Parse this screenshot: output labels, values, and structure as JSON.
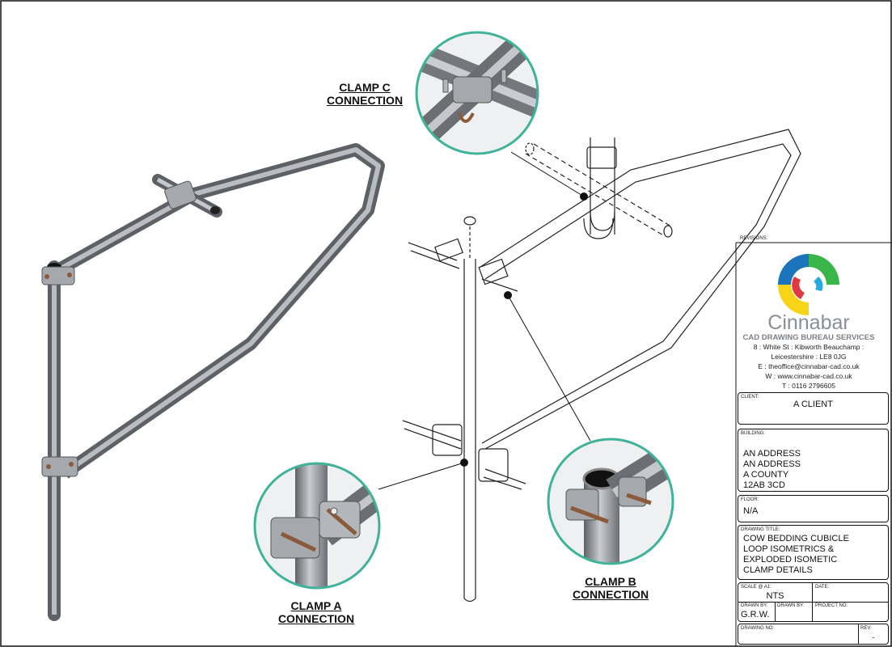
{
  "labels": {
    "clamp_c_1": "CLAMP C",
    "clamp_c_2": "CONNECTION",
    "clamp_a_1": "CLAMP A",
    "clamp_a_2": "CONNECTION",
    "clamp_b_1": "CLAMP B",
    "clamp_b_2": "CONNECTION"
  },
  "title_block": {
    "revisions_label": "REVISIONS:",
    "company_name": "Cinnabar",
    "company_tagline": "CAD DRAWING BUREAU SERVICES",
    "address_line1": "8 : White St : Kibworth Beauchamp :",
    "address_line2": "Leicestershire : LE8 0JG",
    "email": "E : theoffice@cinnabar-cad.co.uk",
    "web": "W : www.cinnabar-cad.co.uk",
    "phone": "T : 0116 2796605",
    "client_label": "CLIENT:",
    "client_value": "A CLIENT",
    "building_label": "BUILDING:",
    "building_lines": [
      "AN ADDRESS",
      "AN ADDRESS",
      "A COUNTY",
      "12AB 3CD"
    ],
    "floor_label": "FLOOR:",
    "floor_value": "N/A",
    "drawing_title_label": "DRAWING TITLE:",
    "drawing_title_lines": [
      "COW BEDDING CUBICLE",
      "LOOP ISOMETRICS &",
      "EXPLODED ISOMETIC",
      "CLAMP DETAILS"
    ],
    "scale_label": "SCALE @ A1:",
    "scale_value": "NTS",
    "date_label": "DATE:",
    "date_value": "",
    "drawn_by_label": "DRAWN BY:",
    "drawn_by_value": "G.R.W.",
    "drawn_by2_label": "DRAWN BY:",
    "project_no_label": "PROJECT NO:",
    "drawing_no_label": "DRAWING NO:",
    "rev_label": "REV:",
    "rev_value": "-"
  },
  "colors": {
    "teal": "#3fb39a",
    "pipe_dark": "#6b6f73",
    "pipe_mid": "#9ea3a8",
    "pipe_light": "#d3d6d9",
    "bolt": "#8a5a3a",
    "logo_blue": "#1c75bc",
    "logo_green": "#39b54a",
    "logo_yellow": "#f7d417",
    "logo_red": "#e03a3e",
    "logo_teal": "#27aae1"
  }
}
